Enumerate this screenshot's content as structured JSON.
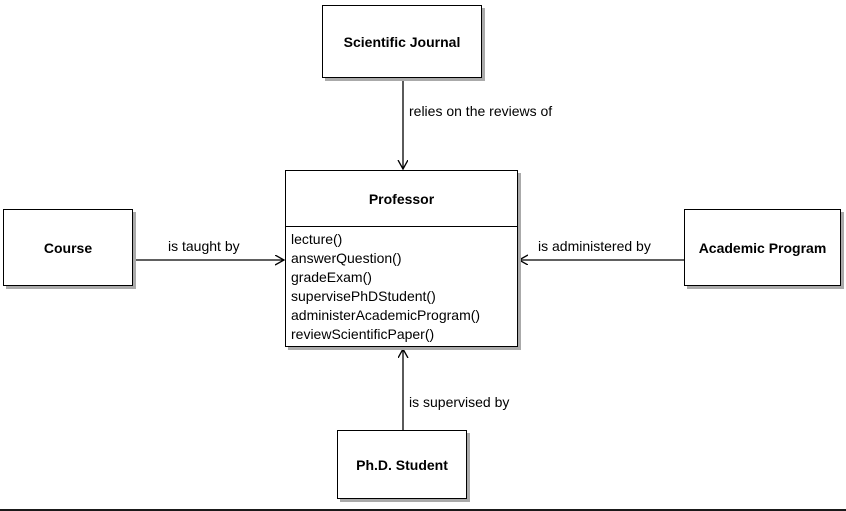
{
  "diagram": {
    "scientific_journal": {
      "title": "Scientific Journal"
    },
    "professor": {
      "title": "Professor",
      "methods": [
        "lecture()",
        "answerQuestion()",
        "gradeExam()",
        "supervisePhDStudent()",
        "administerAcademicProgram()",
        "reviewScientificPaper()"
      ]
    },
    "course": {
      "title": "Course"
    },
    "academic_program": {
      "title": "Academic Program"
    },
    "phd_student": {
      "title": "Ph.D. Student"
    },
    "edges": {
      "journal_professor": "relies on the reviews of",
      "course_professor": "is taught by",
      "program_professor": "is administered by",
      "student_professor": "is supervised by"
    },
    "colors": {
      "border": "#000000",
      "background": "#ffffff",
      "shadow": "#aaaaaa"
    }
  }
}
